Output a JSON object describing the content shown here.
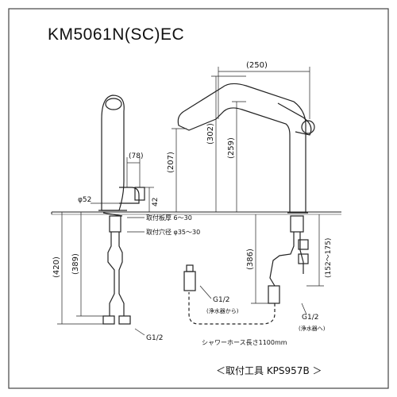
{
  "title": "KM5061N(SC)EC",
  "tool_note": "＜取付工具 KPS957B ＞",
  "dimensions": {
    "width_250": "(250)",
    "h_302": "(302)",
    "h_259": "(259)",
    "h_207": "(207)",
    "d_78": "(78)",
    "h_42": "42",
    "phi_52": "φ52",
    "h_420": "(420)",
    "h_389": "(389)",
    "h_386": "(386)",
    "range_152_175": "(152〜175)"
  },
  "notes": {
    "mount_thickness": "取付板厚 6〜30",
    "mount_hole": "取付穴径 φ35〜30",
    "thread_left": "G1/2",
    "thread_mid": "G1/2",
    "thread_mid_sub": "(浄水器から)",
    "thread_right": "G1/2",
    "thread_right_sub": "(浄水器へ)",
    "hose_length": "シャワーホース長さ1100mm"
  },
  "colors": {
    "line": "#222222",
    "frame": "#444444"
  }
}
